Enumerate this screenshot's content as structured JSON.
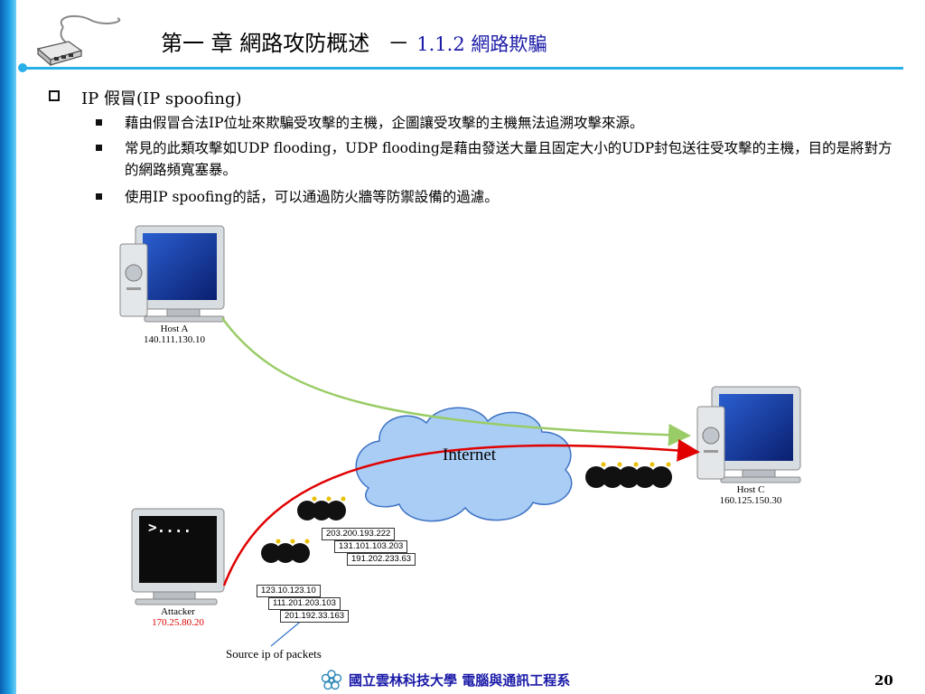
{
  "header": {
    "chapter": "第一 章  網路攻防概述",
    "dash": "－",
    "section": "1.1.2 網路欺騙"
  },
  "bullets": {
    "main": "IP 假冒(IP spoofing)",
    "items": [
      "藉由假冒合法IP位址來欺騙受攻擊的主機，企圖讓受攻擊的主機無法追溯攻擊來源。",
      "常見的此類攻擊如UDP flooding，UDP flooding是藉由發送大量且固定大小的UDP封包送往受攻擊的主機，目的是將對方的網路頻寬塞暴。",
      "使用IP spoofing的話，可以通過防火牆等防禦設備的過濾。"
    ]
  },
  "diagram": {
    "host_a": {
      "name": "Host A",
      "ip": "140.111.130.10"
    },
    "host_c": {
      "name": "Host C",
      "ip": "160.125.150.30"
    },
    "attacker": {
      "name": "Attacker",
      "ip": "170.25.80.20",
      "ip_color": "#e00000"
    },
    "cloud_label": "Internet",
    "ip_group_upper": [
      "203.200.193.222",
      "131.101.103.203",
      "191.202.233.63"
    ],
    "ip_group_lower": [
      "123.10.123.10",
      "111.201.203.103",
      "201.192.33.163"
    ],
    "source_caption": "Source ip of packets",
    "attacker_prompt": ">....",
    "colors": {
      "legit_path": "#99cc66",
      "attack_path": "#e00000",
      "cloud": "#a9cdf5"
    }
  },
  "footer": {
    "school": "國立雲林科技大學 電腦與通訊工程系",
    "page": "20"
  }
}
